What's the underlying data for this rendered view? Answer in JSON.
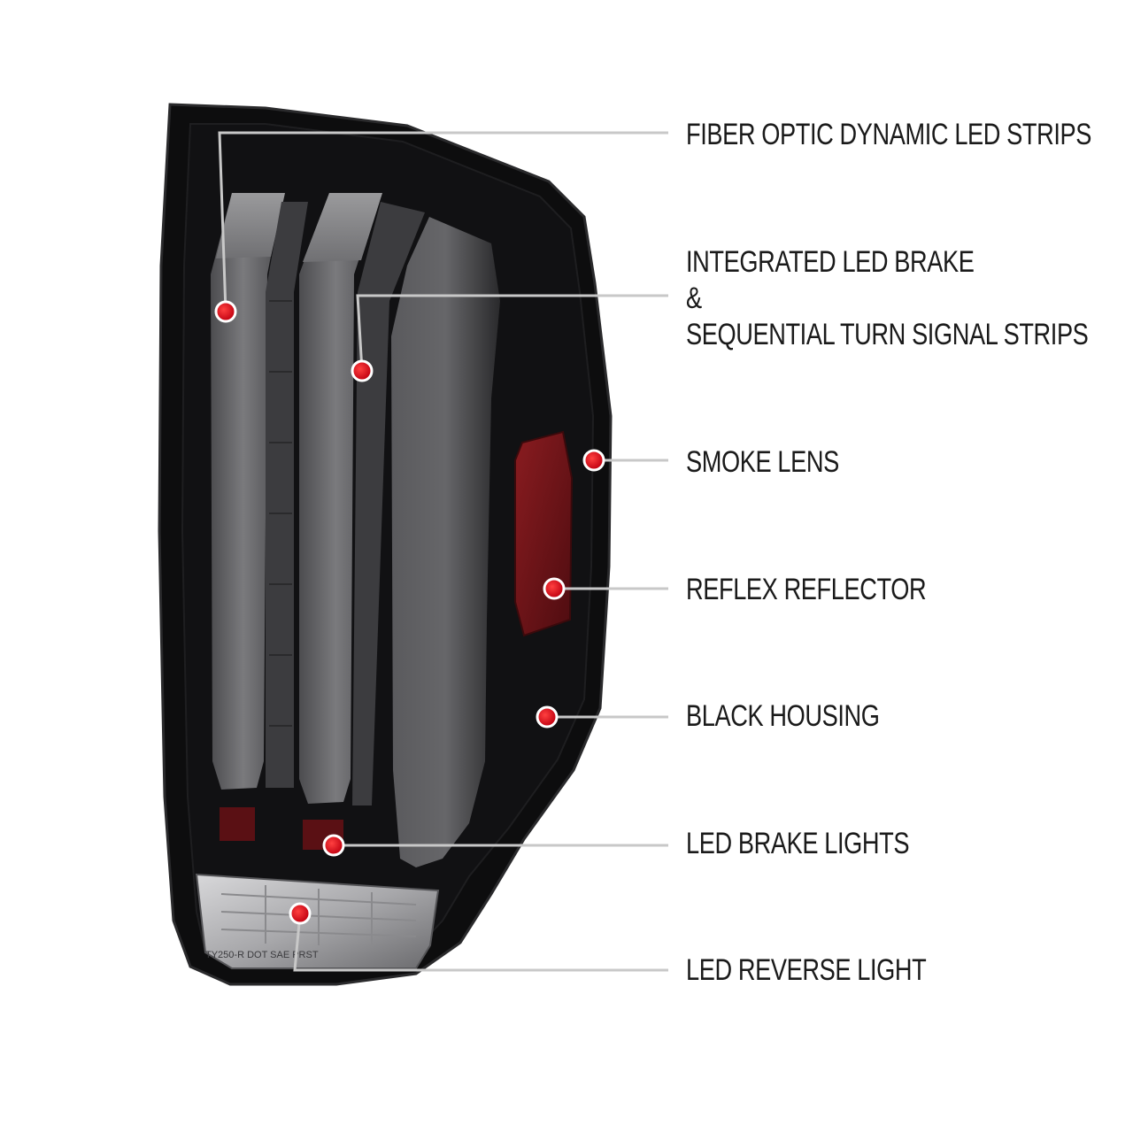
{
  "colors": {
    "background": "#ffffff",
    "housing": "#0d0d0e",
    "housing_edge": "#2a2a2c",
    "light_bar": "#6a6a6d",
    "led_strip": "#3c3c3f",
    "reflector": "#6e1418",
    "marker_dot": "#e01020",
    "leader_line": "#c8c8c8",
    "label_text": "#1a1a1a"
  },
  "callouts": [
    {
      "lines": [
        "FIBER OPTIC DYNAMIC LED STRIPS"
      ]
    },
    {
      "lines": [
        "INTEGRATED LED BRAKE",
        "&",
        "SEQUENTIAL TURN SIGNAL STRIPS"
      ]
    },
    {
      "lines": [
        "SMOKE LENS"
      ]
    },
    {
      "lines": [
        "REFLEX REFLECTOR"
      ]
    },
    {
      "lines": [
        "BLACK HOUSING"
      ]
    },
    {
      "lines": [
        "LED BRAKE LIGHTS"
      ]
    },
    {
      "lines": [
        "LED REVERSE LIGHT"
      ]
    }
  ],
  "lens_marking": "TY250-R DOT SAE PRST"
}
